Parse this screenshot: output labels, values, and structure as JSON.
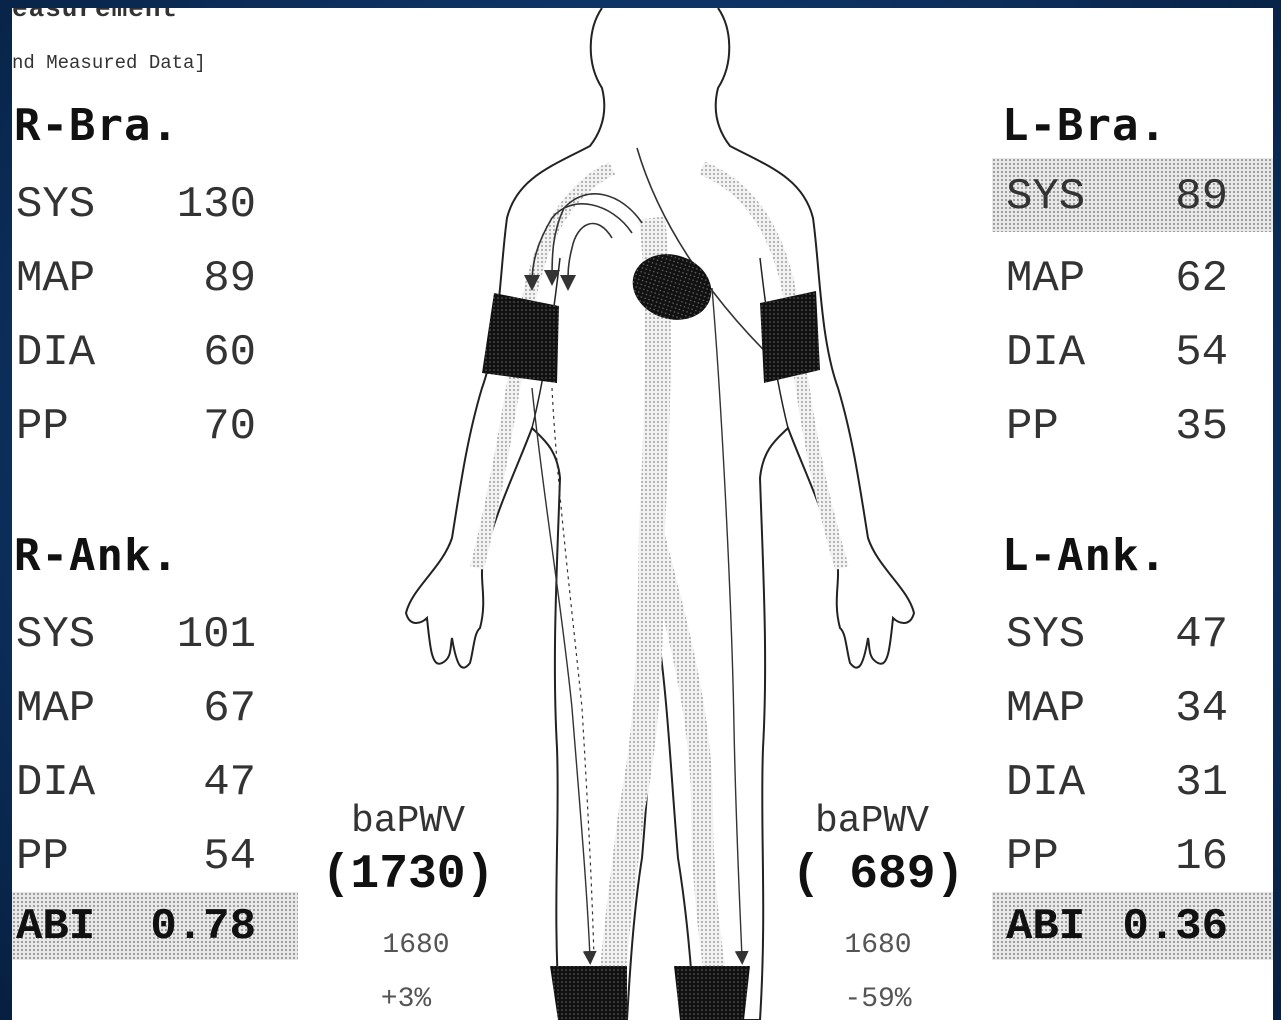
{
  "header": {
    "title": "easurement",
    "subtitle": "nd Measured Data]"
  },
  "right_brachial": {
    "title": "R-Bra.",
    "rows": [
      {
        "label": "SYS",
        "value": "130"
      },
      {
        "label": "MAP",
        "value": "89"
      },
      {
        "label": "DIA",
        "value": "60"
      },
      {
        "label": "PP",
        "value": "70"
      }
    ]
  },
  "right_ankle": {
    "title": "R-Ank.",
    "rows": [
      {
        "label": "SYS",
        "value": "101"
      },
      {
        "label": "MAP",
        "value": "67"
      },
      {
        "label": "DIA",
        "value": "47"
      },
      {
        "label": "PP",
        "value": "54"
      }
    ],
    "abi_label": "ABI",
    "abi_value": "0.78"
  },
  "left_brachial": {
    "title": "L-Bra.",
    "rows": [
      {
        "label": "SYS",
        "value": "89"
      },
      {
        "label": "MAP",
        "value": "62"
      },
      {
        "label": "DIA",
        "value": "54"
      },
      {
        "label": "PP",
        "value": "35"
      }
    ]
  },
  "left_ankle": {
    "title": "L-Ank.",
    "rows": [
      {
        "label": "SYS",
        "value": "47"
      },
      {
        "label": "MAP",
        "value": "34"
      },
      {
        "label": "DIA",
        "value": "31"
      },
      {
        "label": "PP",
        "value": "16"
      }
    ],
    "abi_label": "ABI",
    "abi_value": "0.36"
  },
  "bapwv_right": {
    "label": "baPWV",
    "value": "(1730)",
    "reference": "1680",
    "deviation": "+3%"
  },
  "bapwv_left": {
    "label": "baPWV",
    "value": "( 689)",
    "reference": "1680",
    "deviation": "-59%"
  },
  "colors": {
    "cuff": "#222222",
    "heart": "#333333",
    "background": "#0d3566",
    "sheet": "#ffffff"
  }
}
